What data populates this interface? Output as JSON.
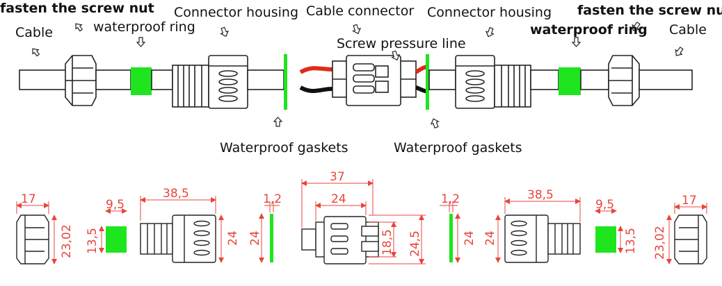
{
  "labels": {
    "fasten_left": "fasten the screw nut",
    "cable_left": "Cable",
    "waterproof_ring_left": "waterproof ring",
    "housing_left": "Connector housing",
    "cable_connector": "Cable connector",
    "screw_pressure_line": "Screw pressure line",
    "housing_right": "Connector housing",
    "fasten_right": "fasten the screw nut",
    "waterproof_ring_right": "waterproof ring",
    "cable_right": "Cable",
    "gaskets_left": "Waterproof gaskets",
    "gaskets_right": "Waterproof gaskets"
  },
  "dimensions": {
    "nut_width_left": "17",
    "nut_height_left": "23,02",
    "ring_width_left": "9,5",
    "ring_height_left": "13,5",
    "housing_length_left": "38,5",
    "housing_height_left": "24",
    "gasket_height_left": "24",
    "gasket_thickness_left": "1,2",
    "connector_total": "37",
    "connector_body": "24",
    "connector_height_inner": "18,5",
    "connector_height_outer": "24,5",
    "gasket_thickness_right": "1,2",
    "gasket_height_right": "24",
    "housing_length_right": "38,5",
    "housing_height_right": "24",
    "ring_width_right": "9,5",
    "ring_height_right": "13,5",
    "nut_width_right": "17",
    "nut_height_right": "23,02"
  },
  "colors": {
    "accent_green": "#1ee51e",
    "dimension_red": "#e8453c",
    "wire_red": "#e02a1a",
    "outline": "#222222"
  }
}
